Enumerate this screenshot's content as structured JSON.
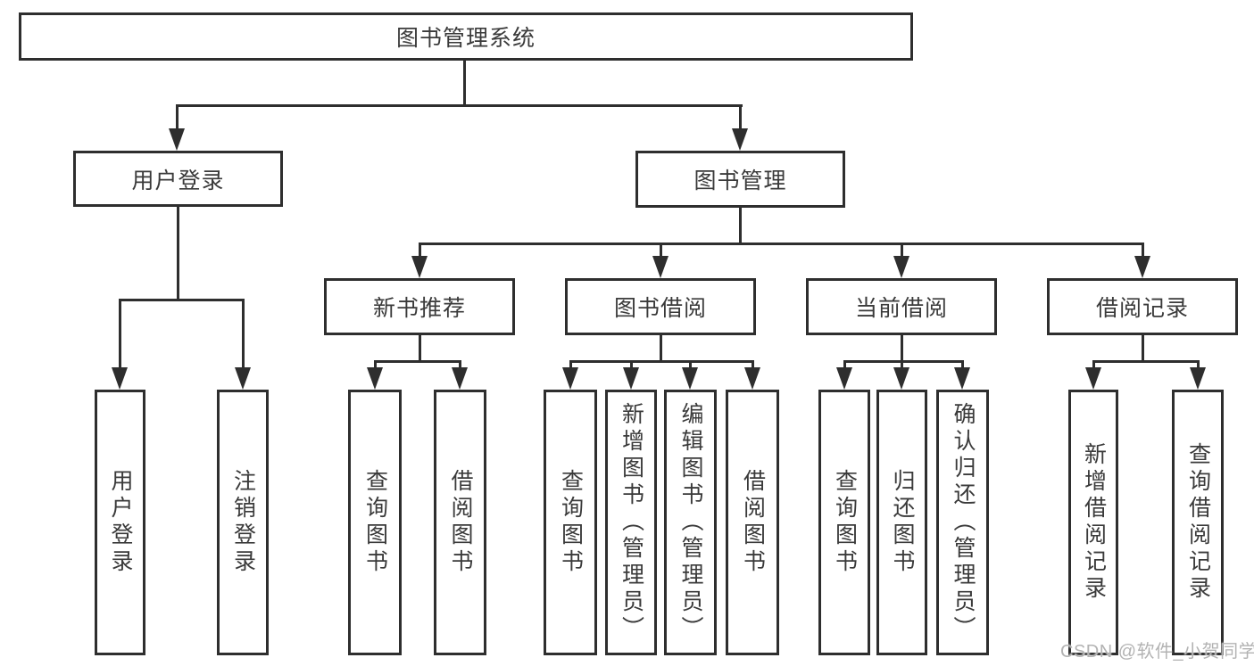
{
  "diagram": {
    "title": "图书管理系统",
    "tree": {
      "label": "图书管理系统",
      "children": [
        {
          "label": "用户登录",
          "children": [
            {
              "label": "用户登录"
            },
            {
              "label": "注销登录"
            }
          ]
        },
        {
          "label": "图书管理",
          "children": [
            {
              "label": "新书推荐",
              "children": [
                {
                  "label": "查询图书"
                },
                {
                  "label": "借阅图书"
                }
              ]
            },
            {
              "label": "图书借阅",
              "children": [
                {
                  "label": "查询图书"
                },
                {
                  "label": "新增图书（管理员）"
                },
                {
                  "label": "编辑图书（管理员）"
                },
                {
                  "label": "借阅图书"
                }
              ]
            },
            {
              "label": "当前借阅",
              "children": [
                {
                  "label": "查询图书"
                },
                {
                  "label": "归还图书"
                },
                {
                  "label": "确认归还（管理员）"
                }
              ]
            },
            {
              "label": "借阅记录",
              "children": [
                {
                  "label": "新增借阅记录"
                },
                {
                  "label": "查询借阅记录"
                }
              ]
            }
          ]
        }
      ]
    },
    "colors": {
      "line": "#2e2e2e",
      "text": "#3a3a3a",
      "background": "#ffffff",
      "watermark": "#b3b3b3"
    }
  },
  "watermark": {
    "text": "CSDN @软件_小贺同学"
  }
}
